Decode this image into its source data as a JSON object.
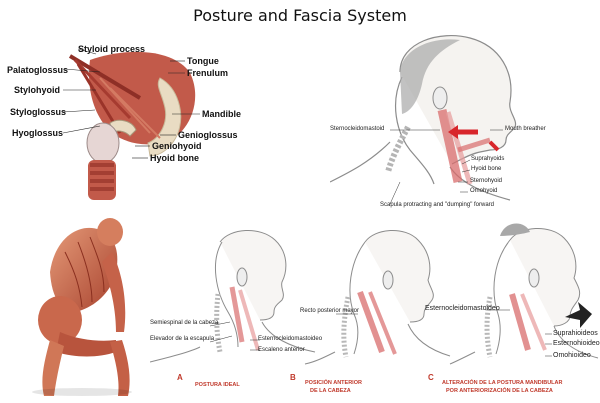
{
  "title": "Posture and Fascia System",
  "tongue_panel": {
    "labels": {
      "styloid_process": "Styloid process",
      "palatoglossus": "Palatoglossus",
      "stylohyoid": "Stylohyoid",
      "styloglossus": "Styloglossus",
      "hyoglossus": "Hyoglossus",
      "tongue": "Tongue",
      "frenulum": "Frenulum",
      "mandible": "Mandible",
      "genioglossus": "Genioglossus",
      "geniohyoid": "Geniohyoid",
      "hyoid_bone": "Hyoid bone"
    }
  },
  "breather_panel": {
    "labels": {
      "sternocleidomastoid": "Sternocleidomastoid",
      "mouth_breather": "Mouth breather",
      "suprahyoids": "Suprahyoids",
      "hyoid_bone": "Hyoid bone",
      "sternohyoid": "Sternohyoid",
      "omohyoid": "Omohyoid",
      "scapula": "Scapula protracting and \"dumping\" forward"
    }
  },
  "posture_panel": {
    "a": {
      "letter": "A",
      "semiespinal": "Semiespinal de la cabeza",
      "elevador": "Elevador de la escapula",
      "esterno": "Esternocleidomastoideo",
      "escaleno": "Escaleno anterior",
      "caption": "POSTURA IDEAL"
    },
    "b": {
      "letter": "B",
      "recto": "Recto posterior mayor",
      "caption_1": "POSICIÓN ANTERIOR",
      "caption_2": "DE LA CABEZA"
    },
    "c": {
      "letter": "C",
      "esterno": "Esternocleidomastoideo",
      "suprahioideos": "Suprahioideos",
      "esternohioideo": "Esternohioideo",
      "omohioideo": "Omohioideo",
      "caption_1": "ALTERACIÓN DE LA POSTURA MANDIBULAR",
      "caption_2": "POR ANTERIORIZACIÓN DE LA CABEZA"
    }
  },
  "colors": {
    "muscle": "#b5453a",
    "muscle_light": "#d98a74",
    "bone": "#e8dcc0",
    "sketch": "#9a9a9a",
    "accent_red": "#c0392b"
  }
}
